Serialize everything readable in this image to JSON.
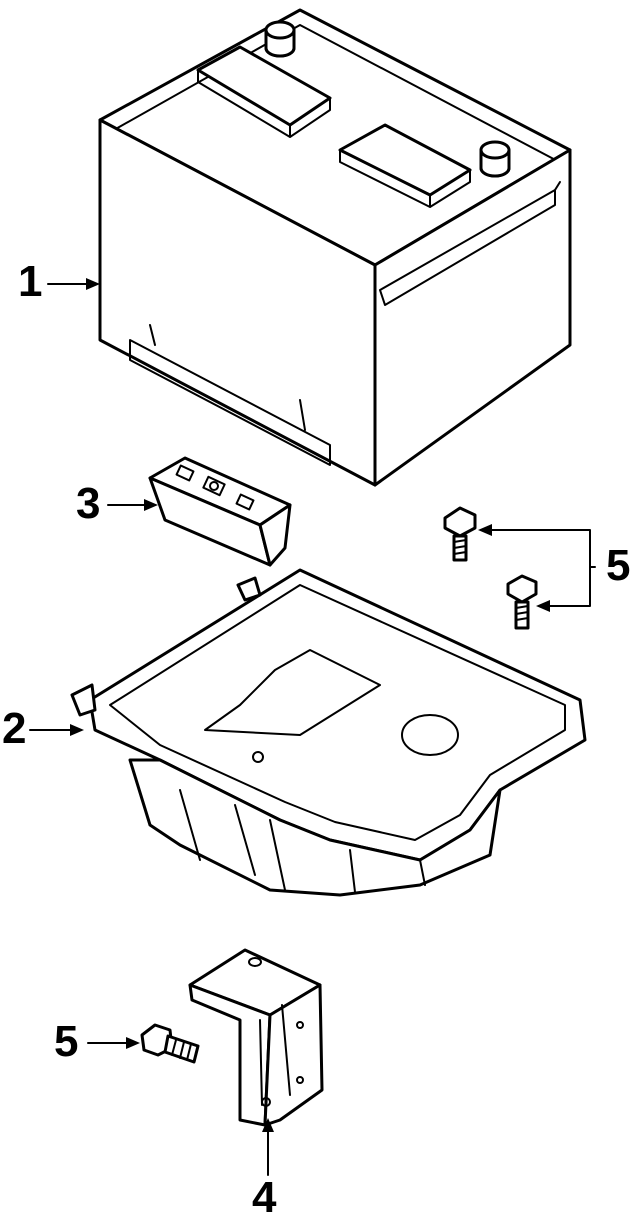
{
  "callouts": {
    "battery": "1",
    "tray": "2",
    "hold_down": "3",
    "bracket": "4",
    "bolt_upper": "5",
    "bolt_lower": "5"
  }
}
